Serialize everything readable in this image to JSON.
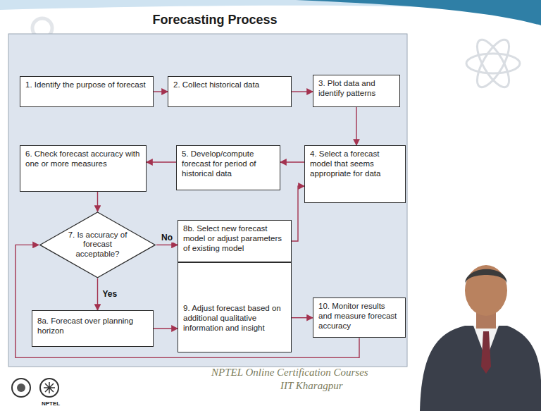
{
  "diagram": {
    "title": "Forecasting Process",
    "nodes": [
      {
        "text": [
          "1. Identify the purpose of forecast"
        ]
      },
      {
        "text": [
          "2. Collect historical data"
        ]
      },
      {
        "text": [
          "3. Plot data and identify patterns"
        ]
      },
      {
        "text": [
          "4. Select a forecast model that seems appropriate for data"
        ]
      },
      {
        "text": [
          "5. Develop/compute forecast for period of historical data"
        ]
      },
      {
        "text": [
          "6. Check forecast accuracy with one or more measures"
        ]
      },
      {
        "text": [
          "7. Is accuracy of forecast acceptable?"
        ]
      },
      {
        "text": [
          "8b. Select new forecast model or adjust parameters of existing model"
        ]
      },
      {
        "text": [
          "8a. Forecast over planning horizon"
        ]
      },
      {
        "text": [
          "9. Adjust forecast based on additional qualitative information and insight"
        ]
      },
      {
        "text": [
          "10. Monitor results and measure forecast accuracy"
        ]
      }
    ],
    "edges": [
      {
        "from": 0,
        "to": 1,
        "arrow": "to"
      },
      {
        "from": 1,
        "to": 2,
        "arrow": "to"
      },
      {
        "from": 2,
        "to": 3,
        "arrow": "to"
      },
      {
        "from": 3,
        "to": 4,
        "arrow": "to"
      },
      {
        "from": 4,
        "to": 5,
        "arrow": "to"
      },
      {
        "from": 5,
        "to": 6,
        "arrow": "to"
      },
      {
        "from": 6,
        "to": 7,
        "label": "No",
        "arrow": "to"
      },
      {
        "from": 6,
        "to": 8,
        "label": "Yes",
        "arrow": "to"
      },
      {
        "from": 7,
        "to": 3,
        "arrow": "to"
      },
      {
        "from": 8,
        "to": 9,
        "arrow": "to"
      },
      {
        "from": 9,
        "to": 10,
        "arrow": "to"
      },
      {
        "from": 10,
        "to": 6,
        "arrow": "to"
      }
    ],
    "labels": [
      "NPTEL Online Certification Courses",
      "IIT Kharagpur",
      "NPTEL"
    ]
  }
}
